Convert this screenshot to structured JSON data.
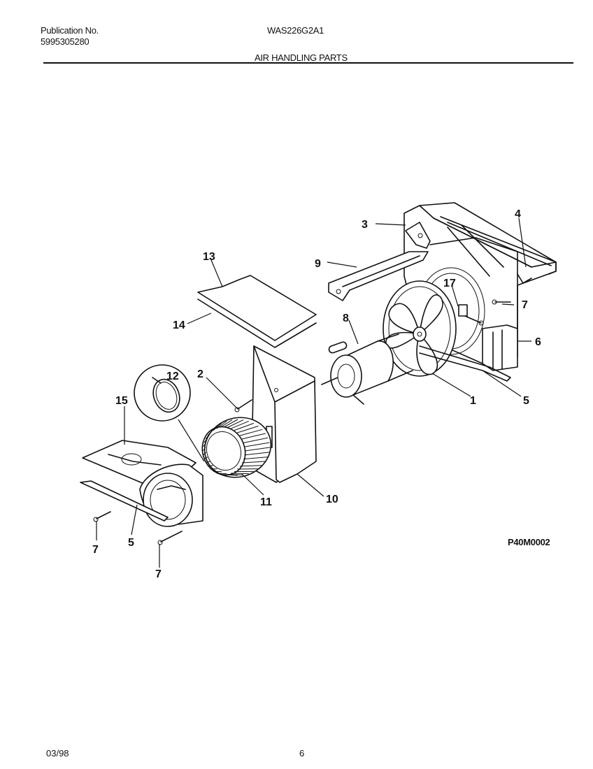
{
  "header": {
    "publication_label": "Publication No.",
    "publication_number": "5995305280",
    "model": "WAS226G2A1",
    "section_title": "AIR HANDLING PARTS"
  },
  "footer": {
    "date": "03/98",
    "page": "6"
  },
  "figure_id": "P40M0002",
  "callouts": {
    "c1": "1",
    "c2": "2",
    "c3": "3",
    "c4": "4",
    "c5a": "5",
    "c5b": "5",
    "c6": "6",
    "c7a": "7",
    "c7b": "7",
    "c7c": "7",
    "c8": "8",
    "c9": "9",
    "c10": "10",
    "c11": "11",
    "c12": "12",
    "c13": "13",
    "c14": "14",
    "c15": "15",
    "c17": "17"
  }
}
